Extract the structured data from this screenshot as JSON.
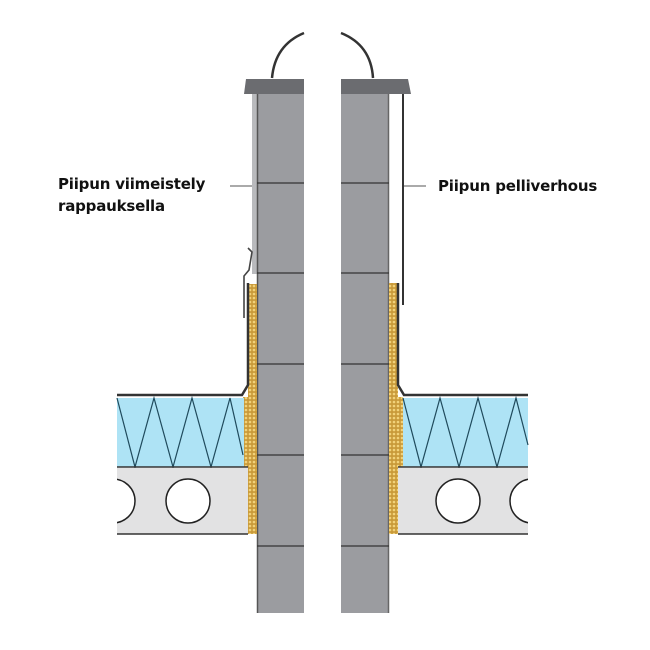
{
  "diagram": {
    "title": "Chimney through insulated hollow-core slab roof",
    "labels": {
      "left_line1": "Piipun viimeistely",
      "left_line2": "rappauksella",
      "right": "Piipun pelliverhous"
    },
    "colors": {
      "chimney_block": "#9b9ca0",
      "chimney_block_edge": "#6e6f73",
      "cap": "#6b6c70",
      "render_coat": "#b9babd",
      "insulation_board": "#aee3f5",
      "insulation_zigzag": "#1f4a5c",
      "slab_concrete": "#e2e2e3",
      "fire_insulation": "#c99a3a",
      "fire_insulation_dots": "#f2d27a",
      "flashing": "#555559",
      "outline": "#333333"
    },
    "components": [
      "chimney-cap",
      "rain-hood",
      "chimney-blocks",
      "flue",
      "render-finish",
      "sheet-metal-cladding",
      "roof-flashing",
      "fire-insulation",
      "roof-insulation",
      "hollow-core-slab"
    ]
  }
}
